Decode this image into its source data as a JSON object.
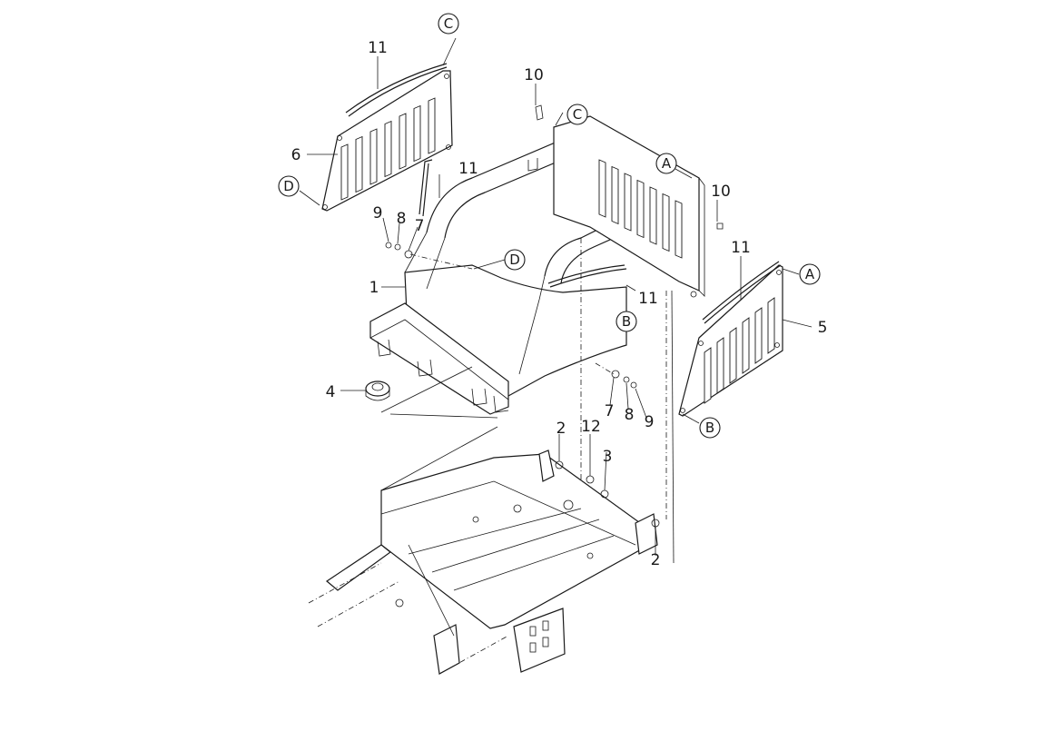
{
  "diagram": {
    "part_numbers": [
      {
        "id": "p11a",
        "text": "11"
      },
      {
        "id": "p6",
        "text": "6"
      },
      {
        "id": "p11b",
        "text": "11"
      },
      {
        "id": "p10a",
        "text": "10"
      },
      {
        "id": "p10b",
        "text": "10"
      },
      {
        "id": "p9a",
        "text": "9"
      },
      {
        "id": "p8a",
        "text": "8"
      },
      {
        "id": "p7a",
        "text": "7"
      },
      {
        "id": "p1",
        "text": "1"
      },
      {
        "id": "p11c",
        "text": "11"
      },
      {
        "id": "p11d",
        "text": "11"
      },
      {
        "id": "p5",
        "text": "5"
      },
      {
        "id": "p4",
        "text": "4"
      },
      {
        "id": "p7b",
        "text": "7"
      },
      {
        "id": "p8b",
        "text": "8"
      },
      {
        "id": "p9b",
        "text": "9"
      },
      {
        "id": "p2a",
        "text": "2"
      },
      {
        "id": "p12",
        "text": "12"
      },
      {
        "id": "p3",
        "text": "3"
      },
      {
        "id": "p2b",
        "text": "2"
      }
    ],
    "reference_markers": [
      {
        "id": "rC1",
        "text": "C"
      },
      {
        "id": "rC2",
        "text": "C"
      },
      {
        "id": "rD1",
        "text": "D"
      },
      {
        "id": "rD2",
        "text": "D"
      },
      {
        "id": "rA1",
        "text": "A"
      },
      {
        "id": "rA2",
        "text": "A"
      },
      {
        "id": "rB1",
        "text": "B"
      },
      {
        "id": "rB2",
        "text": "B"
      }
    ]
  }
}
